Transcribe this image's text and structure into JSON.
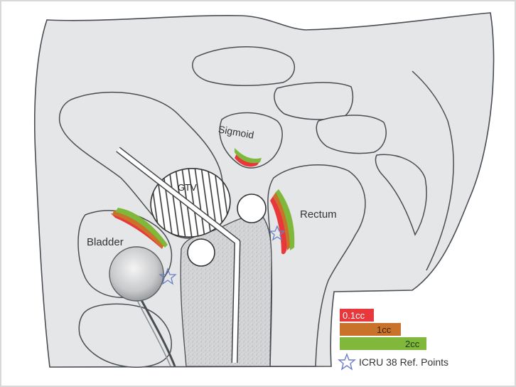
{
  "labels": {
    "sigmoid": "Sigmoid",
    "gtv": "GTV",
    "rectum": "Rectum",
    "bladder": "Bladder"
  },
  "legend": {
    "items": [
      {
        "label": "0.1cc",
        "color": "#e8383c"
      },
      {
        "label": "1cc",
        "color": "#c9722a"
      },
      {
        "label": "2cc",
        "color": "#7fb83a"
      }
    ],
    "ref_points_label": "ICRU 38 Ref. Points"
  },
  "colors": {
    "tissue": "#e4e6e8",
    "outline": "#4a4d52",
    "star": "#6b7fc4"
  },
  "icons": [
    "star-icon"
  ]
}
